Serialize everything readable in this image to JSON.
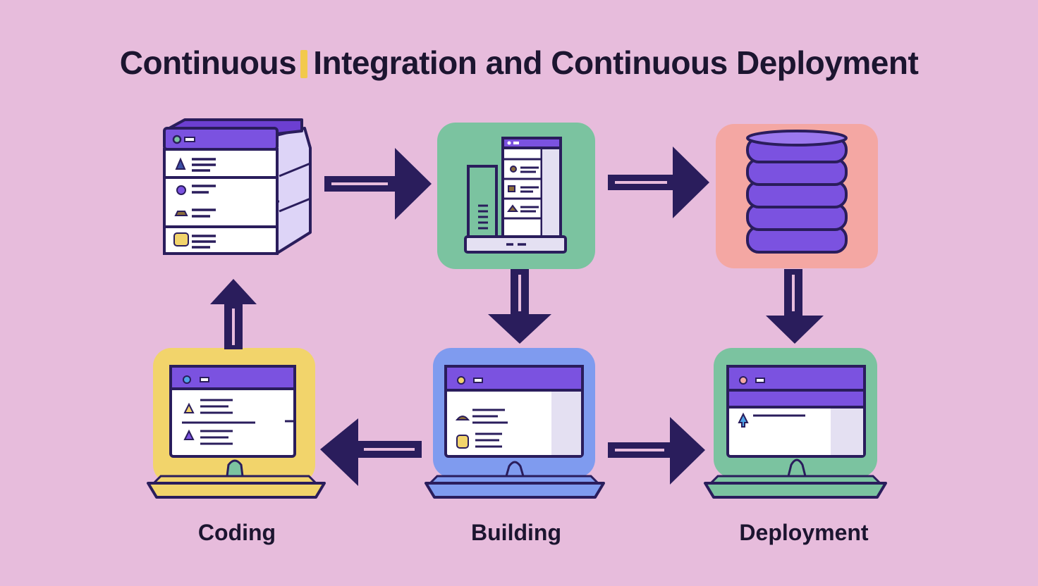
{
  "diagram": {
    "title_part1": "Continuous",
    "title_part2": "Integration and Continuous Deployment",
    "stages": {
      "coding": "Coding",
      "building": "Building",
      "deployment": "Deployment"
    }
  },
  "colors": {
    "background": "#e7bcdc",
    "ink": "#2a1d5c",
    "purple": "#7b52e0",
    "green": "#7bc3a0",
    "salmon": "#f4a7a3",
    "yellow": "#f2d46b",
    "blue": "#7f9bef",
    "title_caret": "#f2c94c"
  },
  "icons": {
    "top_left": "server-rack-icon",
    "top_middle": "build-server-icon",
    "top_right": "database-icon",
    "bottom_left": "coding-computer-icon",
    "bottom_middle": "building-computer-icon",
    "bottom_right": "deployment-computer-icon"
  }
}
